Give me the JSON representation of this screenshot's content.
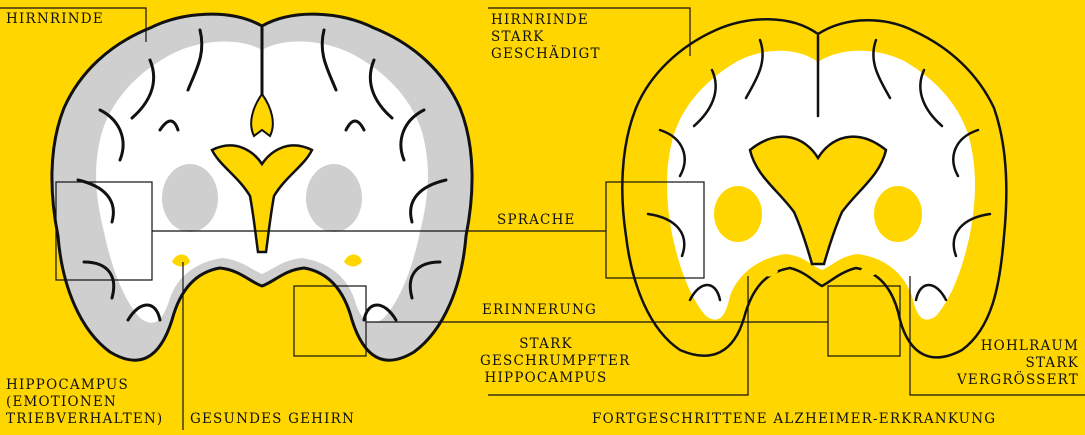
{
  "labels": {
    "healthy_cortex": "HIRNRINDE",
    "damaged_cortex": [
      "HIRNRINDE",
      "STARK",
      "GESCHÄDIGT"
    ],
    "language": "SPRACHE",
    "memory": "ERINNERUNG",
    "shrunken_hippocampus": [
      "STARK",
      "GESCHRUMPFTER",
      "HIPPOCAMPUS"
    ],
    "hippocampus": [
      "HIPPOCAMPUS",
      "(EMOTIONEN",
      "TRIEBVERHALTEN)"
    ],
    "healthy_brain_caption": "GESUNDES GEHIRN",
    "alzheimer_caption": "FORTGESCHRITTENE ALZHEIMER-ERKRANKUNG",
    "cavity": [
      "HOHLRAUM",
      "STARK",
      "VERGRÖSSERT"
    ]
  },
  "colors": {
    "background": "#FFD600",
    "healthy_grey_matter": "#CFCFCF",
    "white_matter": "#FFFFFF",
    "outline": "#111111"
  }
}
